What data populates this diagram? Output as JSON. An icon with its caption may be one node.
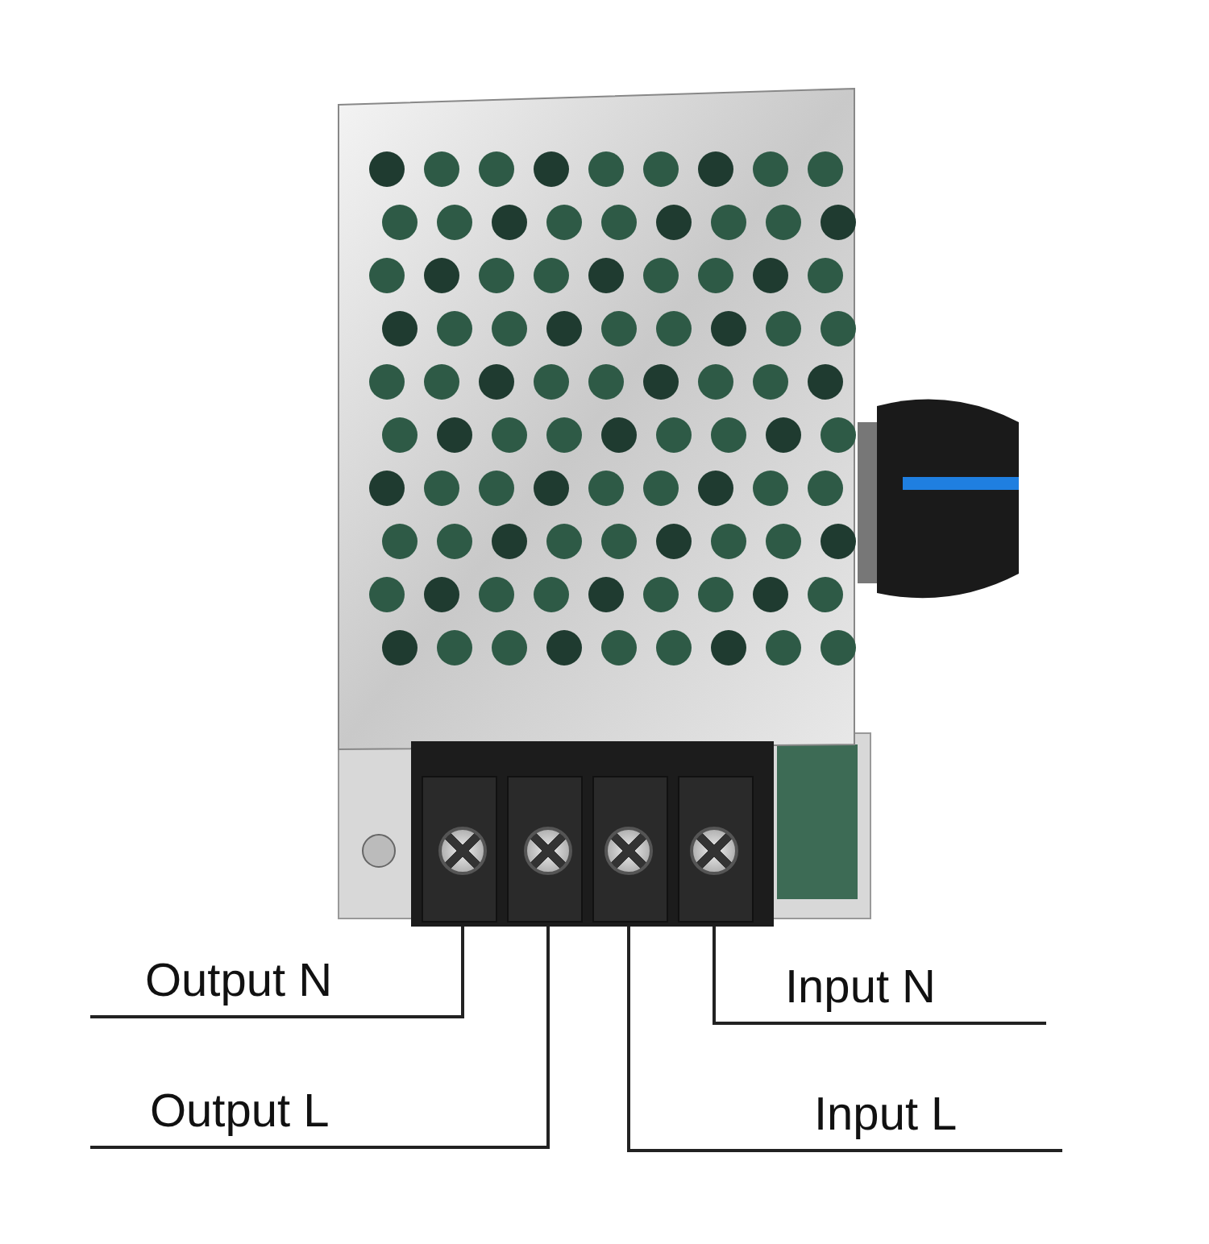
{
  "diagram": {
    "nodes": [
      {
        "text": [],
        "shape": "picture"
      },
      {
        "text": [],
        "shape": "circle"
      },
      {
        "text": [],
        "shape": "circle"
      },
      {
        "text": [],
        "shape": "circle"
      },
      {
        "text": [],
        "shape": "circle"
      },
      {
        "text": [
          "Output N"
        ]
      },
      {
        "text": [
          "Input N"
        ]
      },
      {
        "text": [
          "Output L"
        ]
      },
      {
        "text": [
          "Input L"
        ]
      }
    ],
    "edges": [
      {
        "from": 5,
        "to": 1,
        "arrow": "none"
      },
      {
        "from": 6,
        "to": 4,
        "arrow": "none"
      },
      {
        "from": 7,
        "to": 2,
        "arrow": "none"
      },
      {
        "from": 8,
        "to": 3,
        "arrow": "none"
      }
    ]
  }
}
